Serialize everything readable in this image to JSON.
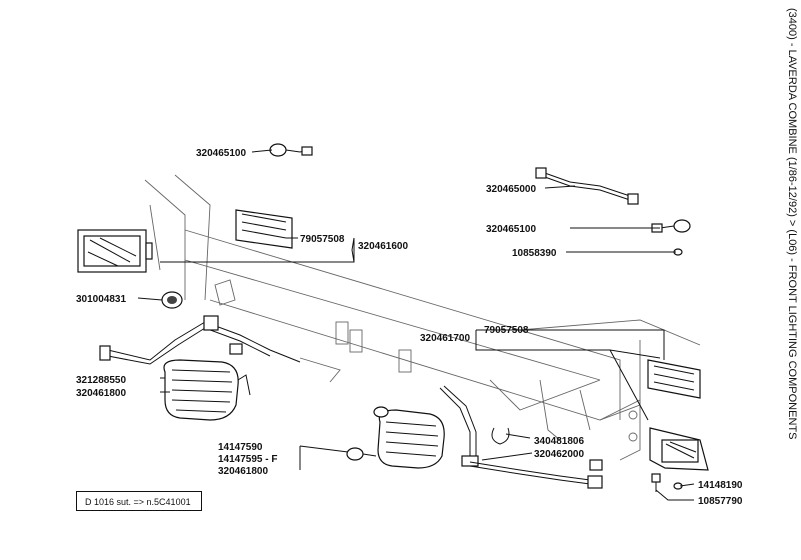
{
  "title": "(3400) - LAVERDA COMBINE (1/86-12/92) > (L06) - FRONT LIGHTING COMPONENTS",
  "reference": "D 1016 sut. => n.5C41001",
  "parts": [
    "320465100",
    "79057508",
    "320461600",
    "301004831",
    "321288550",
    "320461800",
    "320465000",
    "320465100",
    "10858390",
    "320461700",
    "79057508",
    "14147590",
    "14147595 - F",
    "320461800",
    "340481806",
    "320462000",
    "14148190",
    "10857790"
  ]
}
